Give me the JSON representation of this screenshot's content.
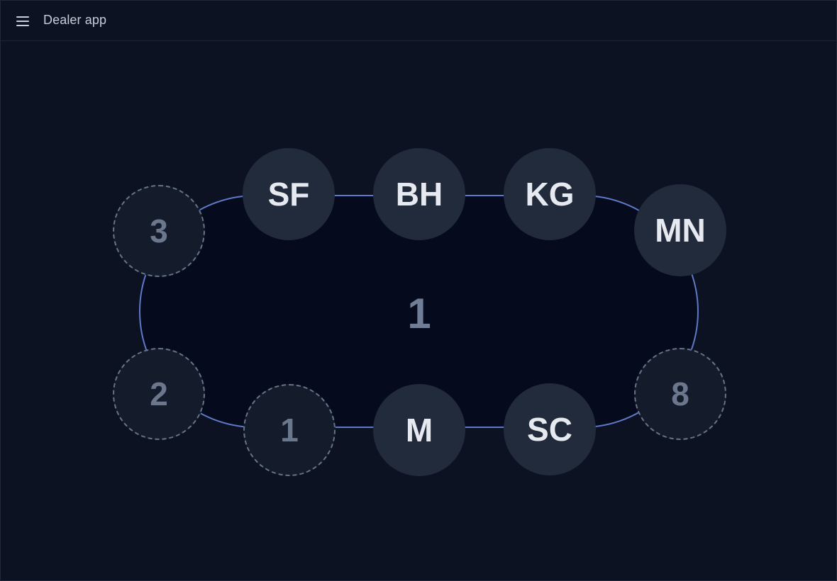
{
  "header": {
    "menu_icon": "hamburger-menu-icon",
    "title": "Dealer app"
  },
  "table": {
    "dealer_marker": "1",
    "seats": [
      {
        "label": "3",
        "state": "empty"
      },
      {
        "label": "SF",
        "state": "occupied"
      },
      {
        "label": "BH",
        "state": "occupied"
      },
      {
        "label": "KG",
        "state": "occupied"
      },
      {
        "label": "MN",
        "state": "occupied"
      },
      {
        "label": "8",
        "state": "empty"
      },
      {
        "label": "SC",
        "state": "occupied"
      },
      {
        "label": "M",
        "state": "occupied"
      },
      {
        "label": "1",
        "state": "empty"
      },
      {
        "label": "2",
        "state": "empty"
      }
    ]
  },
  "colors": {
    "background": "#0c1222",
    "table_surface": "#050a1c",
    "table_rail": "#5f79c9",
    "occupied_seat": "#222b3b",
    "empty_seat_border": "#68738a"
  }
}
